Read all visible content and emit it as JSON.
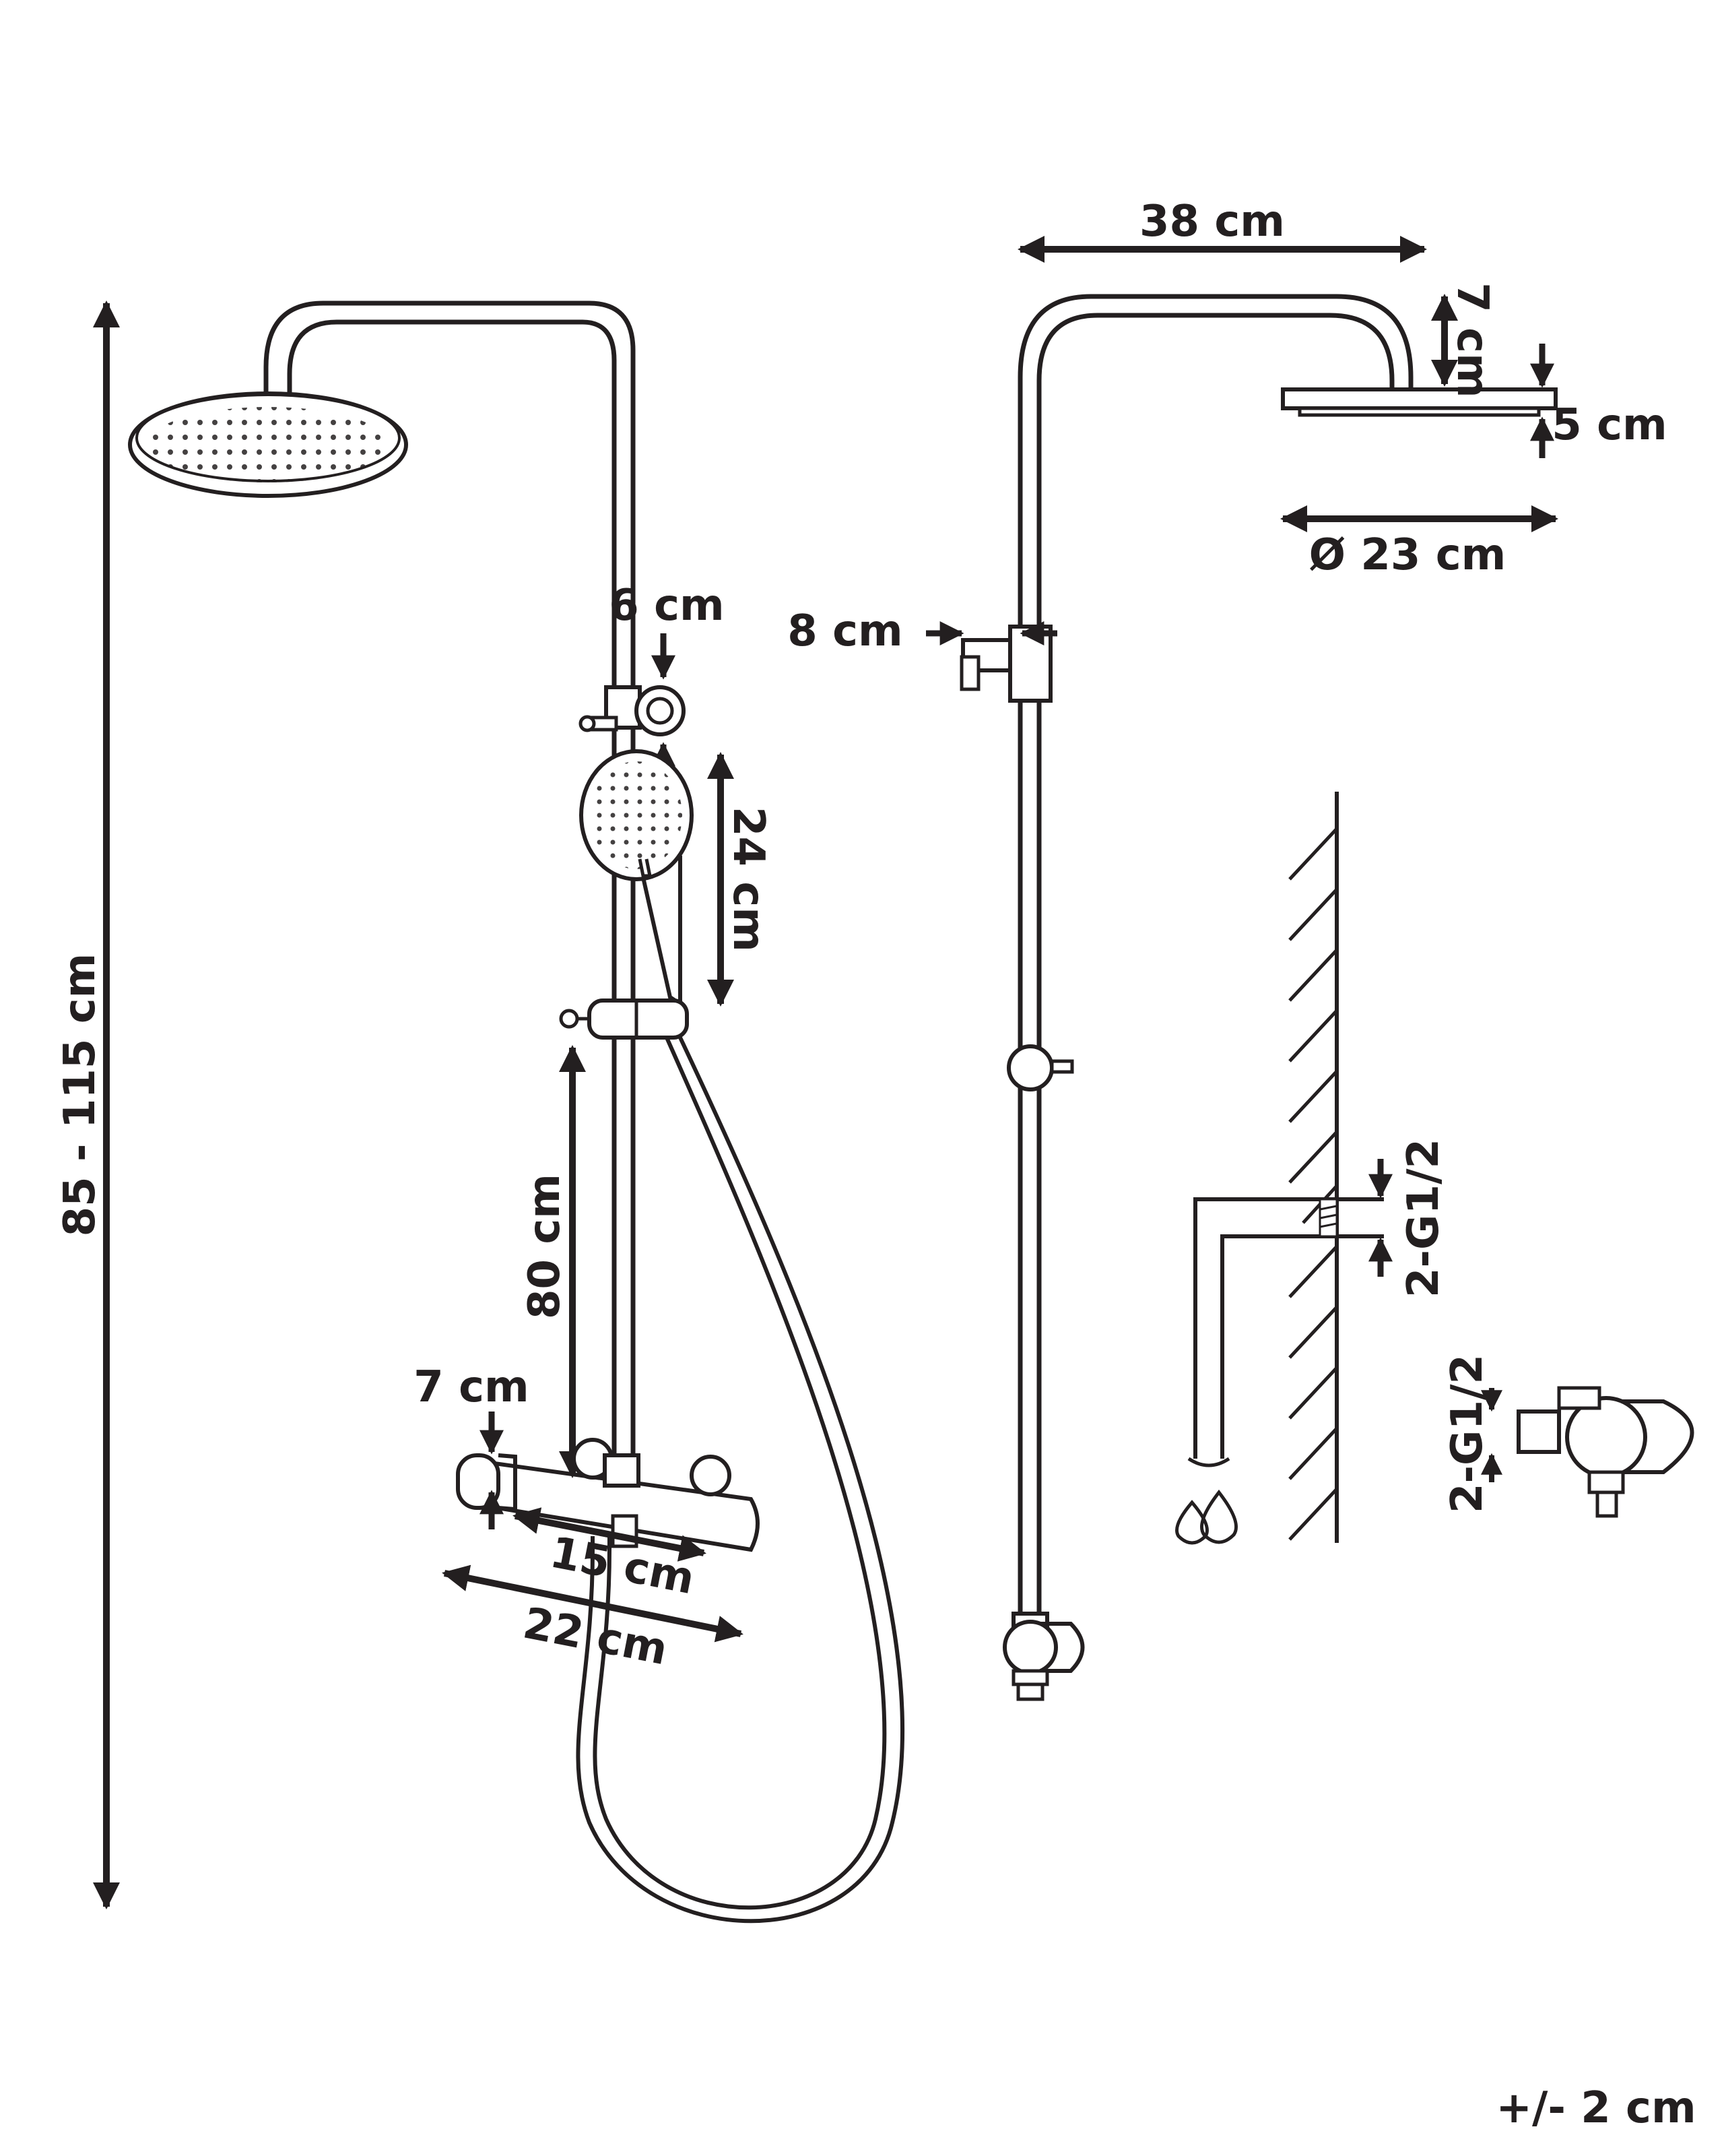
{
  "labels": {
    "total_height": "85 - 115 cm",
    "arm_length": "38 cm",
    "head_arm_height": "7 cm",
    "head_thickness": "5 cm",
    "head_diameter": "Ø 23 cm",
    "holder_offset": "8 cm",
    "holder_width": "6 cm",
    "hand_shower_length": "24 cm",
    "rail_length": "80 cm",
    "mixer_height": "7 cm",
    "inlet_spacing": "15 cm",
    "mixer_length": "22 cm",
    "thread_wall": "2-G1/2",
    "thread_mixer": "2-G1/2",
    "tolerance": "+/- 2 cm"
  },
  "icons": [
    "water-drops-icon",
    "wall-hatching",
    "shower-head",
    "hand-shower",
    "thermostatic-mixer"
  ],
  "colors": {
    "ink": "#231f20",
    "background": "#ffffff"
  }
}
